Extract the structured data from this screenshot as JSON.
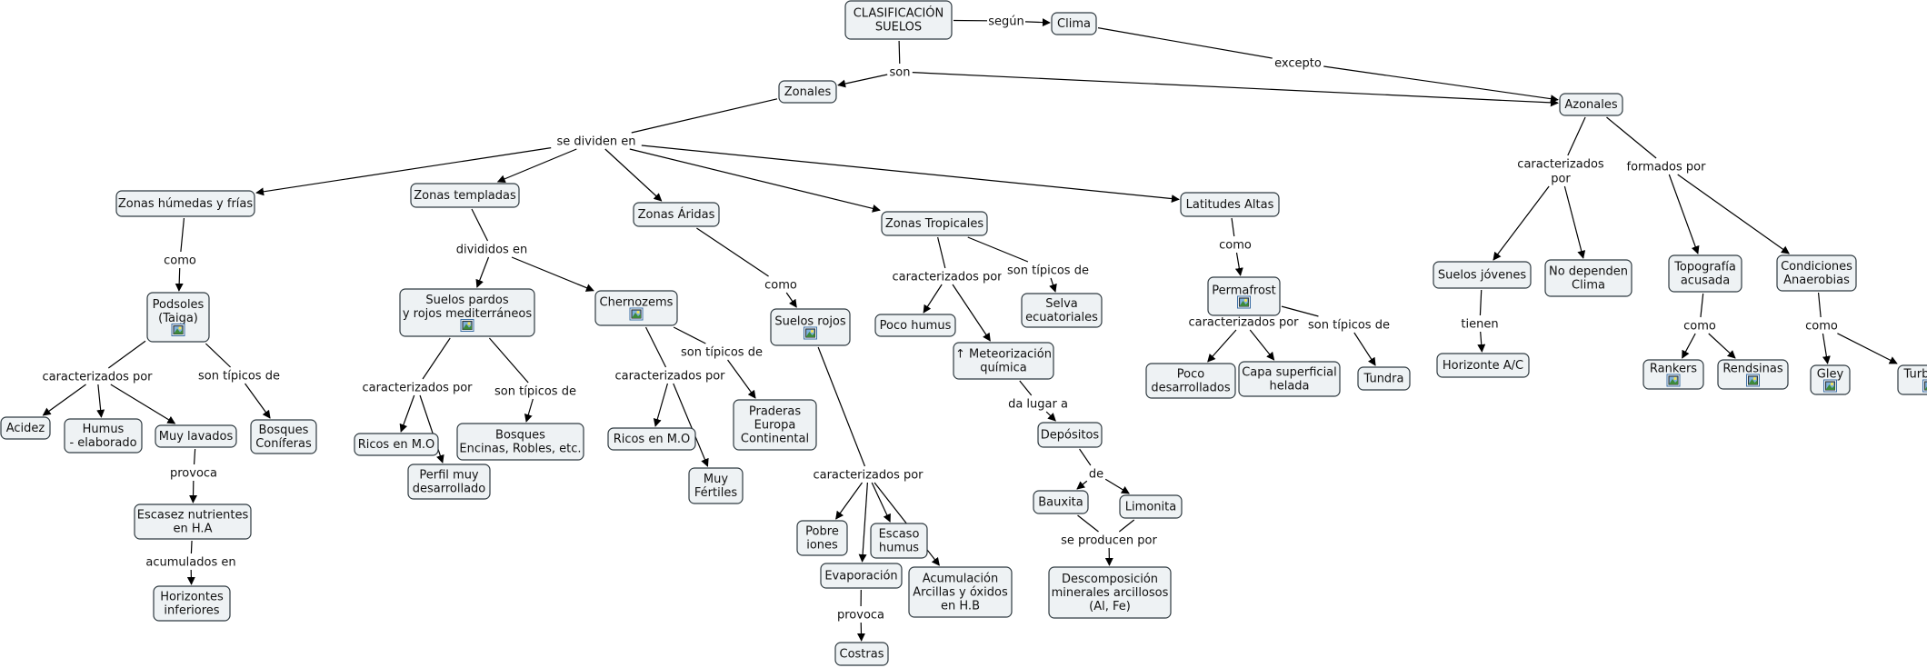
{
  "title": "CLASIFICACIÓN SUELOS",
  "nodes": [
    {
      "id": "root",
      "label": "CLASIFICACIÓN\nSUELOS"
    },
    {
      "id": "clima",
      "label": "Clima"
    },
    {
      "id": "zonales",
      "label": "Zonales"
    },
    {
      "id": "azonales",
      "label": "Azonales"
    },
    {
      "id": "zhf",
      "label": "Zonas húmedas y frías"
    },
    {
      "id": "zt",
      "label": "Zonas templadas"
    },
    {
      "id": "za",
      "label": "Zonas Áridas"
    },
    {
      "id": "ztr",
      "label": "Zonas Tropicales"
    },
    {
      "id": "la",
      "label": "Latitudes Altas"
    },
    {
      "id": "pod",
      "label": "Podsoles\n(Taiga)",
      "image": true
    },
    {
      "id": "acidez",
      "label": "Acidez"
    },
    {
      "id": "humus",
      "label": "Humus\n- elaborado"
    },
    {
      "id": "muylav",
      "label": "Muy lavados"
    },
    {
      "id": "bosqcon",
      "label": "Bosques\nConíferas"
    },
    {
      "id": "escasez",
      "label": "Escasez nutrientes\nen H.A"
    },
    {
      "id": "horinf",
      "label": "Horizontes\ninferiores"
    },
    {
      "id": "spardos",
      "label": "Suelos pardos\ny rojos mediterráneos",
      "image": true
    },
    {
      "id": "cherno",
      "label": "Chernozems",
      "image": true
    },
    {
      "id": "ricos1",
      "label": "Ricos en M.O"
    },
    {
      "id": "perfil",
      "label": "Perfil muy\ndesarrollado"
    },
    {
      "id": "bosqenc",
      "label": "Bosques\nEncinas, Robles, etc."
    },
    {
      "id": "ricos2",
      "label": "Ricos en M.O"
    },
    {
      "id": "muyfert",
      "label": "Muy\nFértiles"
    },
    {
      "id": "praderas",
      "label": "Praderas\nEuropa\nContinental"
    },
    {
      "id": "srojos",
      "label": "Suelos rojos",
      "image": true
    },
    {
      "id": "pobre",
      "label": "Pobre\niones"
    },
    {
      "id": "escaso",
      "label": "Escaso\nhumus"
    },
    {
      "id": "evap",
      "label": "Evaporación"
    },
    {
      "id": "acum",
      "label": "Acumulación\nArcillas y óxidos\nen H.B"
    },
    {
      "id": "costras",
      "label": "Costras"
    },
    {
      "id": "pocohum",
      "label": "Poco humus"
    },
    {
      "id": "meteo",
      "label": "↑ Meteorización\nquímica"
    },
    {
      "id": "selva",
      "label": "Selva\necuatoriales"
    },
    {
      "id": "depos",
      "label": "Depósitos"
    },
    {
      "id": "baux",
      "label": "Bauxita"
    },
    {
      "id": "limon",
      "label": "Limonita"
    },
    {
      "id": "descomp",
      "label": "Descomposición\nminerales arcillosos\n(Al, Fe)"
    },
    {
      "id": "perma",
      "label": "Permafrost",
      "image": true
    },
    {
      "id": "pocodes",
      "label": "Poco\ndesarrollados"
    },
    {
      "id": "capa",
      "label": "Capa superficial\nhelada"
    },
    {
      "id": "tundra",
      "label": "Tundra"
    },
    {
      "id": "sjov",
      "label": "Suelos jóvenes"
    },
    {
      "id": "nodep",
      "label": "No dependen\nClima"
    },
    {
      "id": "topo",
      "label": "Topografía\nacusada"
    },
    {
      "id": "condan",
      "label": "Condiciones\nAnaerobias"
    },
    {
      "id": "horac",
      "label": "Horizonte A/C"
    },
    {
      "id": "rankers",
      "label": "Rankers",
      "image": true
    },
    {
      "id": "rends",
      "label": "Rendsinas",
      "image": true
    },
    {
      "id": "gley",
      "label": "Gley",
      "image": true
    },
    {
      "id": "turb",
      "label": "Turberas",
      "image": true
    }
  ],
  "link_labels": [
    {
      "id": "segun",
      "label": "según"
    },
    {
      "id": "excepto",
      "label": "excepto"
    },
    {
      "id": "son",
      "label": "son"
    },
    {
      "id": "sedividen",
      "label": "se dividen en"
    },
    {
      "id": "como1",
      "label": "como"
    },
    {
      "id": "carpor1",
      "label": "caracterizados por"
    },
    {
      "id": "sontip1",
      "label": "son típicos de"
    },
    {
      "id": "provoca1",
      "label": "provoca"
    },
    {
      "id": "acumen",
      "label": "acumulados en"
    },
    {
      "id": "divididos",
      "label": "divididos en"
    },
    {
      "id": "carpor2",
      "label": "caracterizados por"
    },
    {
      "id": "sontip2",
      "label": "son típicos de"
    },
    {
      "id": "carpor3",
      "label": "caracterizados por"
    },
    {
      "id": "sontip3",
      "label": "son típicos de"
    },
    {
      "id": "como2",
      "label": "como"
    },
    {
      "id": "carpor4",
      "label": "caracterizados por"
    },
    {
      "id": "provoca2",
      "label": "provoca"
    },
    {
      "id": "carpor5",
      "label": "caracterizados por"
    },
    {
      "id": "sontip4",
      "label": "son típicos de"
    },
    {
      "id": "dalugar",
      "label": "da lugar a"
    },
    {
      "id": "de",
      "label": "de"
    },
    {
      "id": "seproducen",
      "label": "se producen por"
    },
    {
      "id": "como3",
      "label": "como"
    },
    {
      "id": "carpor6",
      "label": "caracterizados por"
    },
    {
      "id": "sontip5",
      "label": "son típicos de"
    },
    {
      "id": "carpor7",
      "label": "caracterizados\npor"
    },
    {
      "id": "formados",
      "label": "formados por"
    },
    {
      "id": "tienen",
      "label": "tienen"
    },
    {
      "id": "como4",
      "label": "como"
    },
    {
      "id": "como5",
      "label": "como"
    }
  ],
  "edges": [
    [
      "root",
      "segun"
    ],
    [
      "segun",
      "clima"
    ],
    [
      "clima",
      "excepto"
    ],
    [
      "excepto",
      "azonales"
    ],
    [
      "root",
      "son"
    ],
    [
      "son",
      "zonales"
    ],
    [
      "son",
      "azonales"
    ],
    [
      "zonales",
      "sedividen"
    ],
    [
      "sedividen",
      "zhf"
    ],
    [
      "sedividen",
      "zt"
    ],
    [
      "sedividen",
      "za"
    ],
    [
      "sedividen",
      "ztr"
    ],
    [
      "sedividen",
      "la"
    ],
    [
      "zhf",
      "como1"
    ],
    [
      "como1",
      "pod"
    ],
    [
      "pod",
      "carpor1"
    ],
    [
      "carpor1",
      "acidez"
    ],
    [
      "carpor1",
      "humus"
    ],
    [
      "carpor1",
      "muylav"
    ],
    [
      "pod",
      "sontip1"
    ],
    [
      "sontip1",
      "bosqcon"
    ],
    [
      "muylav",
      "provoca1"
    ],
    [
      "provoca1",
      "escasez"
    ],
    [
      "escasez",
      "acumen"
    ],
    [
      "acumen",
      "horinf"
    ],
    [
      "zt",
      "divididos"
    ],
    [
      "divididos",
      "spardos"
    ],
    [
      "divididos",
      "cherno"
    ],
    [
      "spardos",
      "carpor2"
    ],
    [
      "carpor2",
      "ricos1"
    ],
    [
      "carpor2",
      "perfil"
    ],
    [
      "spardos",
      "sontip2"
    ],
    [
      "sontip2",
      "bosqenc"
    ],
    [
      "cherno",
      "carpor3"
    ],
    [
      "carpor3",
      "ricos2"
    ],
    [
      "carpor3",
      "muyfert"
    ],
    [
      "cherno",
      "sontip3"
    ],
    [
      "sontip3",
      "praderas"
    ],
    [
      "za",
      "como2"
    ],
    [
      "como2",
      "srojos"
    ],
    [
      "srojos",
      "carpor4"
    ],
    [
      "carpor4",
      "pobre"
    ],
    [
      "carpor4",
      "escaso"
    ],
    [
      "carpor4",
      "evap"
    ],
    [
      "carpor4",
      "acum"
    ],
    [
      "evap",
      "provoca2"
    ],
    [
      "provoca2",
      "costras"
    ],
    [
      "ztr",
      "carpor5"
    ],
    [
      "carpor5",
      "pocohum"
    ],
    [
      "carpor5",
      "meteo"
    ],
    [
      "ztr",
      "sontip4"
    ],
    [
      "sontip4",
      "selva"
    ],
    [
      "meteo",
      "dalugar"
    ],
    [
      "dalugar",
      "depos"
    ],
    [
      "depos",
      "de"
    ],
    [
      "de",
      "baux"
    ],
    [
      "de",
      "limon"
    ],
    [
      "baux",
      "seproducen"
    ],
    [
      "limon",
      "seproducen"
    ],
    [
      "seproducen",
      "descomp"
    ],
    [
      "la",
      "como3"
    ],
    [
      "como3",
      "perma"
    ],
    [
      "perma",
      "carpor6"
    ],
    [
      "carpor6",
      "pocodes"
    ],
    [
      "carpor6",
      "capa"
    ],
    [
      "perma",
      "sontip5"
    ],
    [
      "sontip5",
      "tundra"
    ],
    [
      "azonales",
      "carpor7"
    ],
    [
      "carpor7",
      "sjov"
    ],
    [
      "carpor7",
      "nodep"
    ],
    [
      "azonales",
      "formados"
    ],
    [
      "formados",
      "topo"
    ],
    [
      "formados",
      "condan"
    ],
    [
      "sjov",
      "tienen"
    ],
    [
      "tienen",
      "horac"
    ],
    [
      "topo",
      "como4"
    ],
    [
      "como4",
      "rankers"
    ],
    [
      "como4",
      "rends"
    ],
    [
      "condan",
      "como5"
    ],
    [
      "como5",
      "gley"
    ],
    [
      "como5",
      "turb"
    ]
  ]
}
